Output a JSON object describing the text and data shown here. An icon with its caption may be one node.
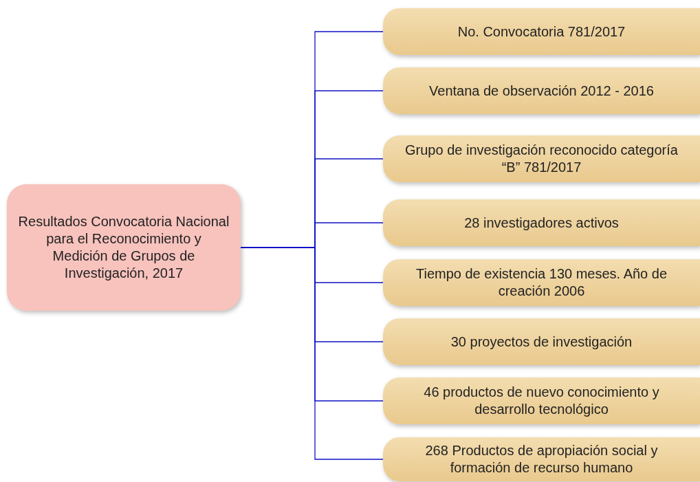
{
  "diagram": {
    "nodes": [
      {
        "text": [
          "Resultados Convocatoria Nacional para el Reconocimiento y Medición de Grupos de Investigación, 2017"
        ]
      },
      {
        "text": [
          "No. Convocatoria 781/2017"
        ]
      },
      {
        "text": [
          "Ventana de observación 2012 - 2016"
        ]
      },
      {
        "text": [
          "Grupo de investigación reconocido categoría “B” 781/2017"
        ]
      },
      {
        "text": [
          "28 investigadores activos"
        ]
      },
      {
        "text": [
          "Tiempo de existencia 130 meses. Año de creación 2006"
        ]
      },
      {
        "text": [
          "30 proyectos de investigación"
        ]
      },
      {
        "text": [
          "46 productos de nuevo conocimiento y desarrollo tecnológico"
        ]
      },
      {
        "text": [
          "268 Productos de apropiación social y formación de recurso humano"
        ]
      }
    ],
    "edges": [
      {
        "from": 0,
        "to": 1,
        "arrow": "none"
      },
      {
        "from": 0,
        "to": 2,
        "arrow": "none"
      },
      {
        "from": 0,
        "to": 3,
        "arrow": "none"
      },
      {
        "from": 0,
        "to": 4,
        "arrow": "none"
      },
      {
        "from": 0,
        "to": 5,
        "arrow": "none"
      },
      {
        "from": 0,
        "to": 6,
        "arrow": "none"
      },
      {
        "from": 0,
        "to": 7,
        "arrow": "none"
      },
      {
        "from": 0,
        "to": 8,
        "arrow": "none"
      }
    ]
  }
}
